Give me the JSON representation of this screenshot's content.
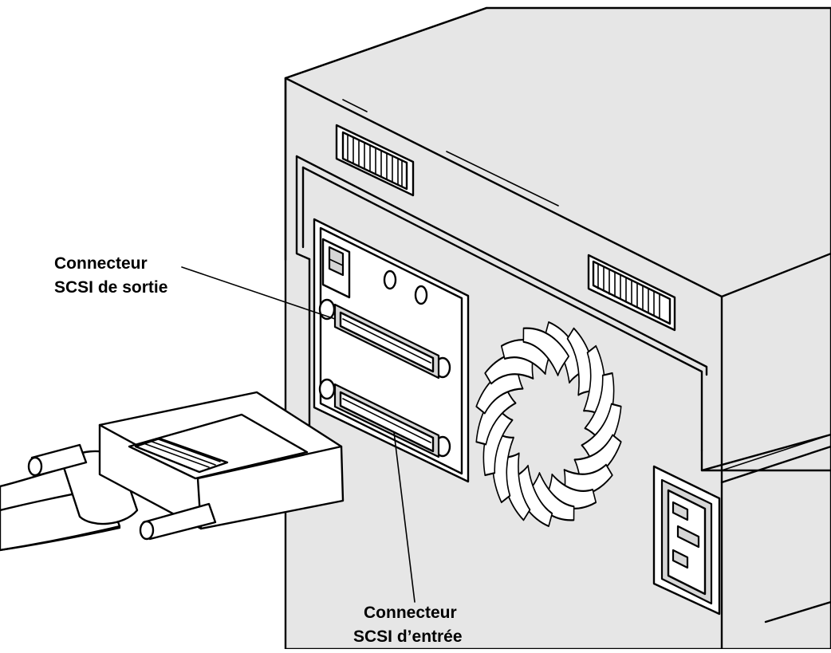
{
  "labels": {
    "out_line1": "Connecteur",
    "out_line2": "SCSI de sortie",
    "in_line1": "Connecteur",
    "in_line2": "SCSI d’entrée"
  },
  "colors": {
    "line": "#000000",
    "body": "#e6e6e6",
    "background": "#ffffff"
  }
}
